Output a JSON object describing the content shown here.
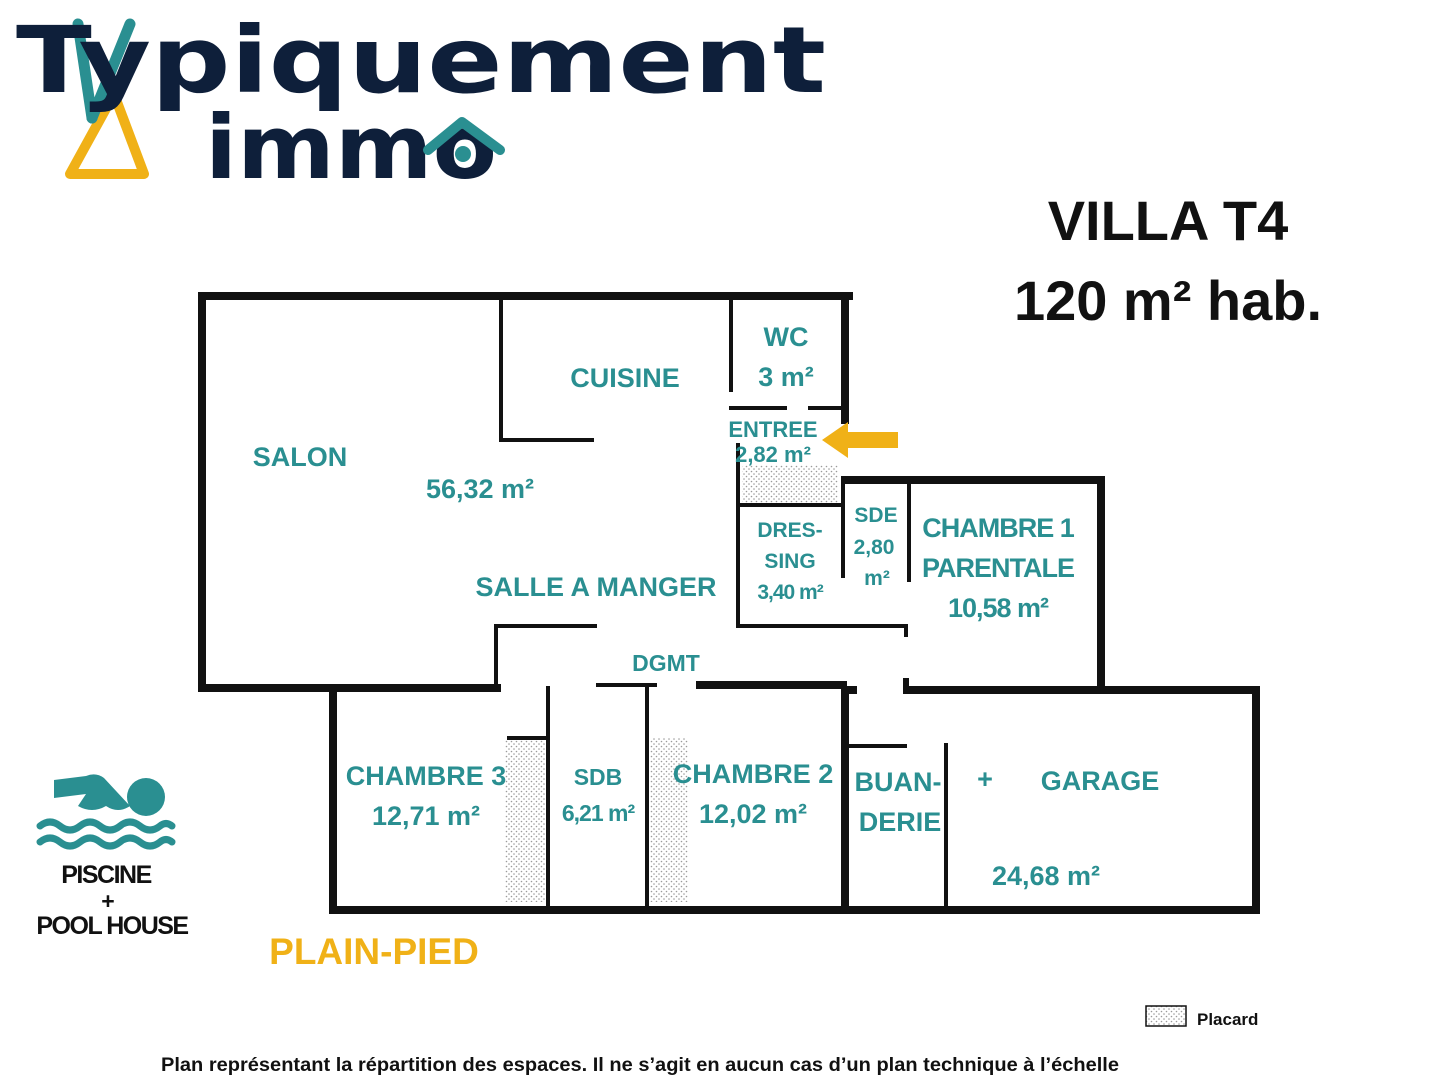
{
  "brand": {
    "logo_line1": "Typiquement",
    "logo_line2": "immo",
    "colors": {
      "navy": "#0e1f3a",
      "teal": "#2a8f91",
      "yellow": "#f0b117"
    }
  },
  "heading": {
    "line1": "VILLA T4",
    "line2": "120 m² hab."
  },
  "rooms": {
    "salon": "SALON",
    "salon_area": "56,32 m²",
    "cuisine": "CUISINE",
    "salle_a_manger": "SALLE A MANGER",
    "wc": "WC",
    "wc_area": "3 m²",
    "entree": "ENTREE",
    "entree_area": "2,82 m²",
    "dressing_1": "DRES-",
    "dressing_2": "SING",
    "dressing_area": "3,40 m²",
    "sde": "SDE",
    "sde_area_1": "2,80",
    "sde_area_2": "m²",
    "chambre1_1": "CHAMBRE 1",
    "chambre1_2": "PARENTALE",
    "chambre1_area": "10,58 m²",
    "dgmt": "DGMT",
    "chambre3": "CHAMBRE 3",
    "chambre3_area": "12,71 m²",
    "sdb": "SDB",
    "sdb_area": "6,21 m²",
    "chambre2": "CHAMBRE 2",
    "chambre2_area": "12,02 m²",
    "buanderie_1": "BUAN-",
    "buanderie_2": "DERIE",
    "plus": "+",
    "garage": "GARAGE",
    "garage_area": "24,68 m²"
  },
  "extras": {
    "pool_icon": "swimmer-icon",
    "piscine": "PISCINE",
    "plus": "+",
    "pool_house": "POOL HOUSE",
    "level": "PLAIN-PIED"
  },
  "legend": {
    "placard": "Placard"
  },
  "disclaimer": "Plan représentant la répartition des espaces. Il ne s’agit en aucun cas d’un plan technique à l’échelle"
}
